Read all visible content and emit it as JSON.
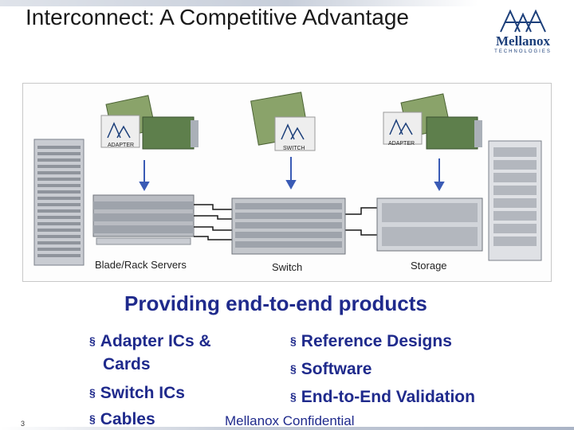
{
  "title": "Interconnect: A Competitive Advantage",
  "logo": {
    "name": "Mellanox",
    "sub": "TECHNOLOGIES"
  },
  "diagram": {
    "chips": [
      "ADAPTER",
      "SWITCH",
      "ADAPTER"
    ],
    "labels": [
      "Blade/Rack Servers",
      "Switch",
      "Storage"
    ]
  },
  "subtitle": "Providing end-to-end products",
  "bullets_left": [
    "Adapter ICs &",
    "Cards",
    "Switch ICs",
    "Cables"
  ],
  "bullets_right": [
    "Reference Designs",
    "Software",
    "End-to-End Validation"
  ],
  "bullet_mark": "§",
  "footer": "Mellanox Confidential",
  "page_number": "3",
  "colors": {
    "title": "#1a1a1a",
    "accent": "#1f2a8c",
    "brand": "#1c3f7a"
  }
}
